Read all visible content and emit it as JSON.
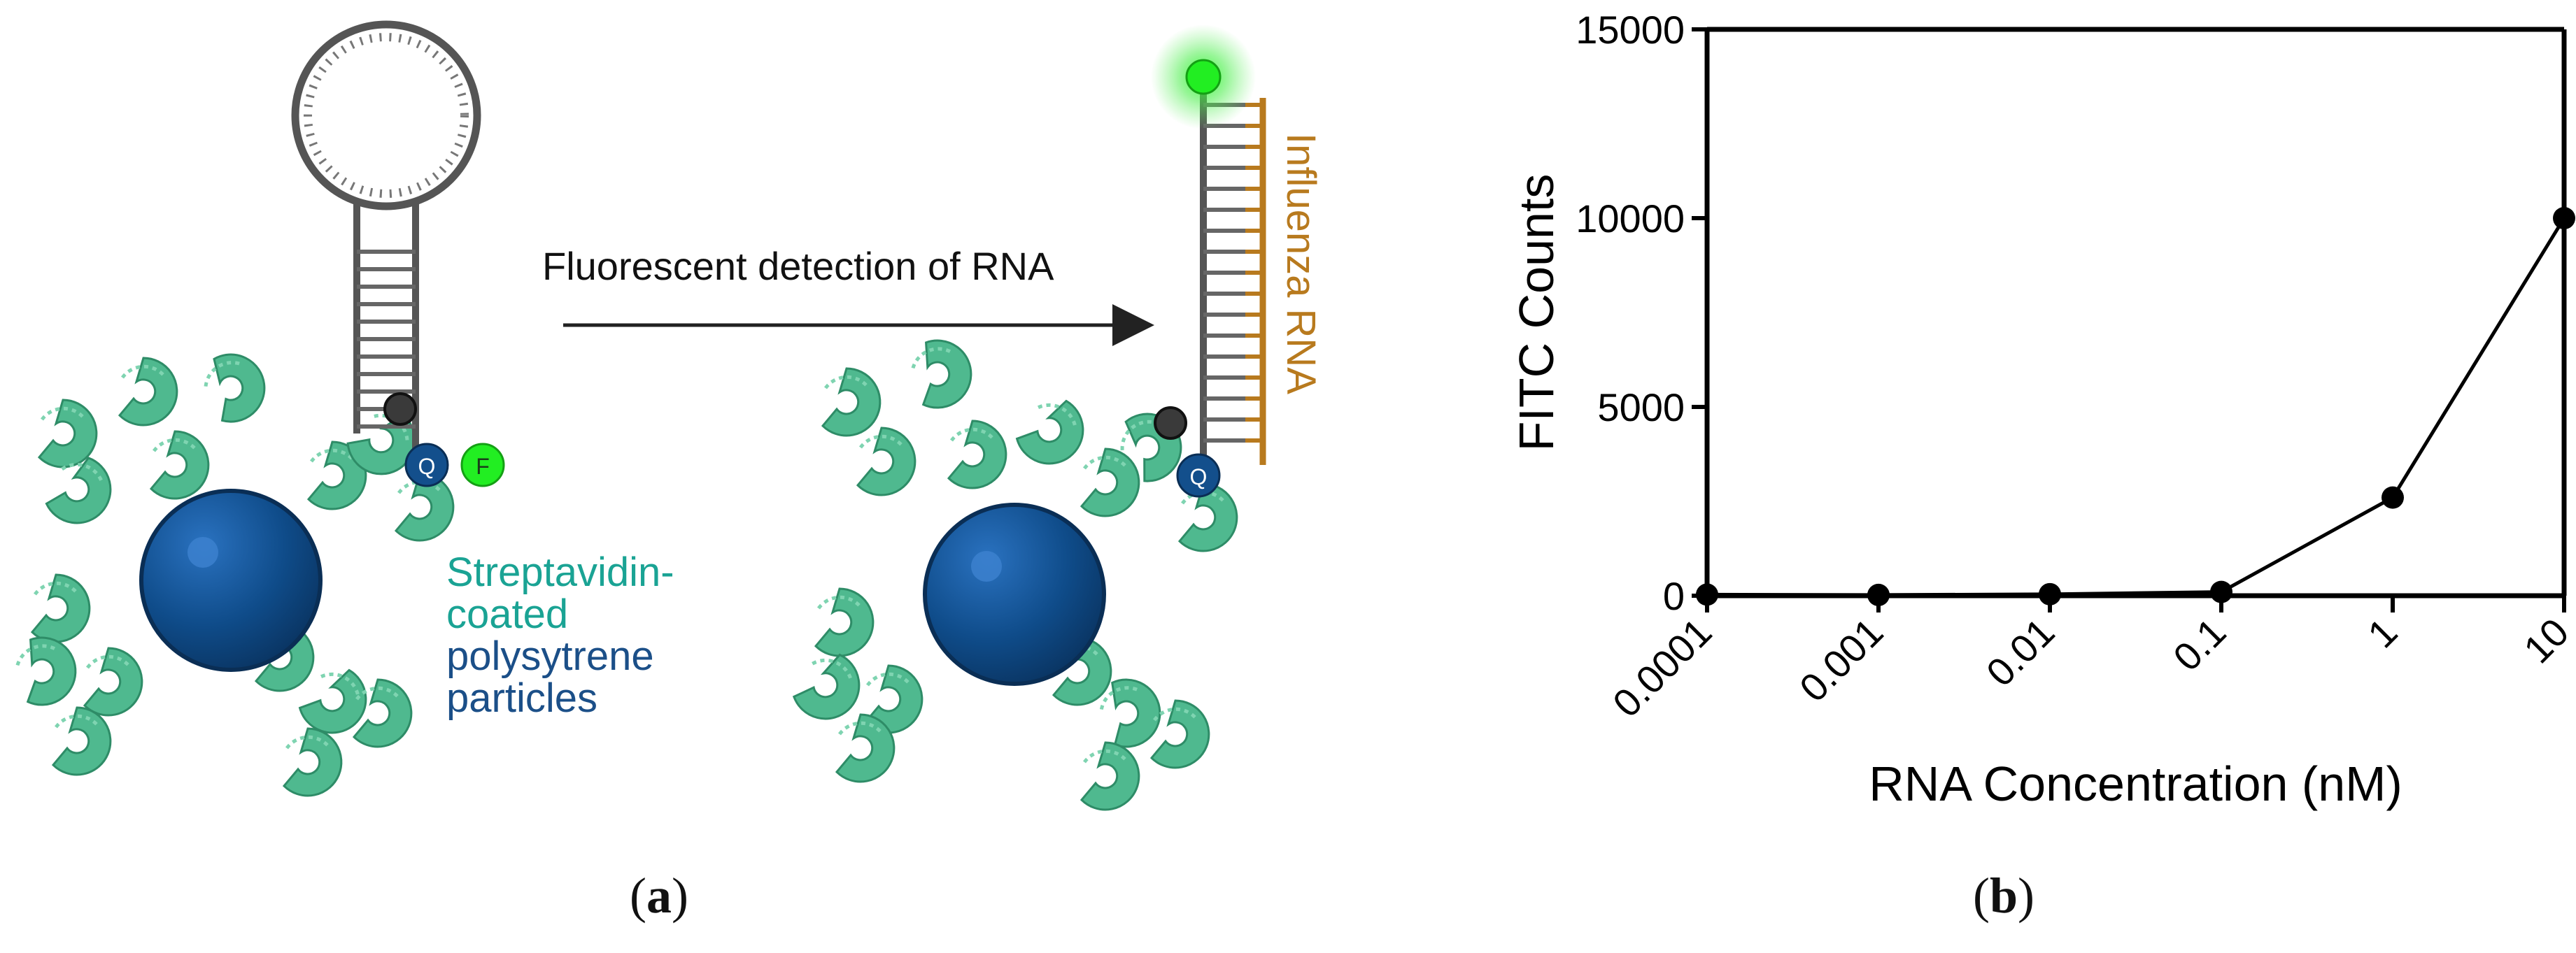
{
  "panel_a": {
    "arrow_label": "Fluorescent detection of RNA",
    "quencher_label": "Q",
    "fluorophore_label": "F",
    "target_label": "Influenza RNA",
    "particle_label": {
      "line1": "Streptavidin-",
      "line2": "coated",
      "line3": "polysytrene",
      "line4": "particles"
    },
    "colors": {
      "streptavidin": "#4fb98f",
      "particle": "#0f4c8a",
      "fluorophore": "#22ee22",
      "quencher": "#134f8c",
      "rna": "#b87a1e",
      "probe": "#555555"
    },
    "caption_open": "(",
    "caption_letter": "a",
    "caption_close": ")"
  },
  "panel_b": {
    "caption_open": "(",
    "caption_letter": "b",
    "caption_close": ")"
  },
  "chart_data": {
    "type": "line",
    "x": [
      0.0001,
      0.001,
      0.01,
      0.1,
      1,
      10
    ],
    "x_tick_labels": [
      "0.0001",
      "0.001",
      "0.01",
      "0.1",
      "1",
      "10"
    ],
    "values": [
      30,
      20,
      40,
      100,
      2600,
      10000
    ],
    "y_ticks": [
      0,
      5000,
      10000,
      15000
    ],
    "y_tick_labels": [
      "0",
      "5000",
      "10000",
      "15000"
    ],
    "xlabel": "RNA Concentration (nM)",
    "ylabel": "FITC Counts",
    "ylim": [
      0,
      15000
    ],
    "x_scale": "log",
    "grid": false,
    "marker": "circle",
    "color": "#000000"
  }
}
